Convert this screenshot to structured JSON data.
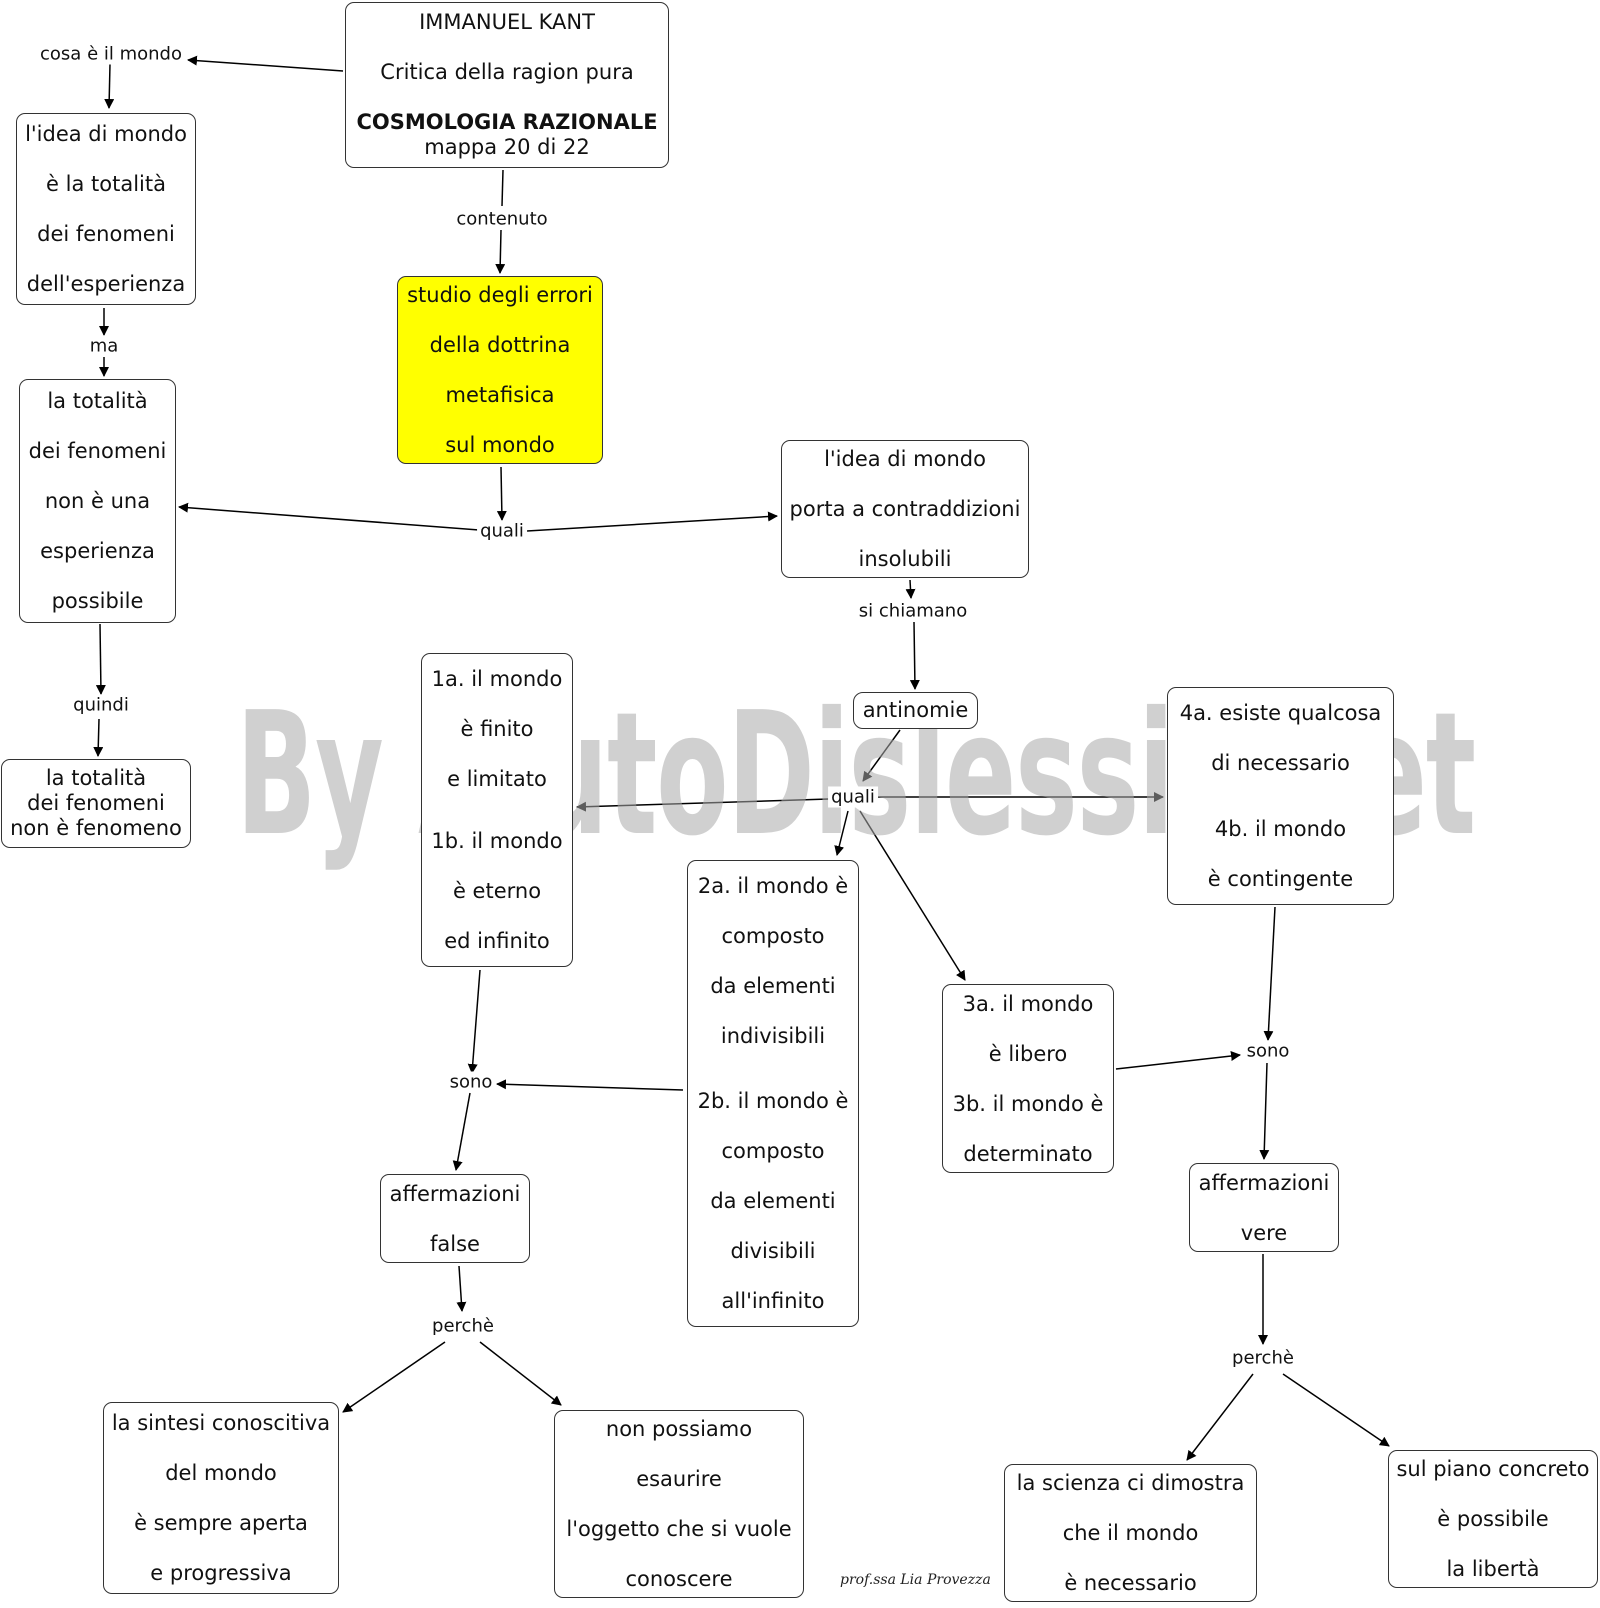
{
  "header": {
    "line1": "IMMANUEL KANT",
    "line2": "Critica della ragion pura",
    "line3": "COSMOLOGIA RAZIONALE",
    "line4": "mappa 20 di 22"
  },
  "nodes": {
    "idea_mondo_totalita": [
      "l'idea di mondo",
      "è la totalità",
      "dei fenomeni",
      "dell'esperienza"
    ],
    "studio_errori": [
      "studio degli errori",
      "della dottrina",
      "metafisica",
      "sul mondo"
    ],
    "totalita_non_esperienza": [
      "la totalità",
      "dei fenomeni",
      "non è una",
      "esperienza",
      "possibile"
    ],
    "idea_contraddizioni": [
      "l'idea di mondo",
      "porta a contraddizioni",
      "insolubili"
    ],
    "totalita_non_fenomeno": [
      "la totalità",
      "dei fenomeni",
      "non è fenomeno"
    ],
    "antinomie": "antinomie",
    "antinomia_1": [
      "1a. il mondo",
      "è finito",
      "e limitato",
      "",
      "1b. il mondo",
      "è eterno",
      "ed infinito"
    ],
    "antinomia_4": [
      "4a. esiste qualcosa",
      "di necessario",
      "",
      "4b. il mondo",
      "è contingente"
    ],
    "antinomia_2": [
      "2a. il mondo è",
      "composto",
      "da elementi",
      "indivisibili",
      "",
      "2b. il mondo è",
      "composto",
      "da elementi",
      "divisibili",
      "all'infinito"
    ],
    "antinomia_3": [
      "3a. il mondo",
      "è libero",
      "3b. il mondo è",
      "determinato"
    ],
    "affermazioni_false": [
      "affermazioni",
      "false"
    ],
    "affermazioni_vere": [
      "affermazioni",
      "vere"
    ],
    "sintesi_aperta": [
      "la sintesi conoscitiva",
      "del mondo",
      "è sempre aperta",
      "e progressiva"
    ],
    "non_esaurire": [
      "non possiamo",
      "esaurire",
      "l'oggetto che si vuole",
      "conoscere"
    ],
    "scienza_necessario": [
      "la scienza ci dimostra",
      "che il mondo",
      "è necessario"
    ],
    "piano_liberta": [
      "sul piano concreto",
      "è possibile",
      "la libertà"
    ]
  },
  "labels": {
    "cosa_mondo": "cosa è il mondo",
    "contenuto": "contenuto",
    "ma": "ma",
    "quali_1": "quali",
    "si_chiamano": "si chiamano",
    "quindi": "quindi",
    "quali_2": "quali",
    "sono_1": "sono",
    "sono_2": "sono",
    "perche_1": "perchè",
    "perche_2": "perchè"
  },
  "watermark": "By AiutoDislessia.net",
  "signature": "prof.ssa Lia Provezza",
  "colors": {
    "highlight": "#ffff00",
    "border": "#333333",
    "edge": "#000000",
    "watermark": "#aaaaaa"
  }
}
